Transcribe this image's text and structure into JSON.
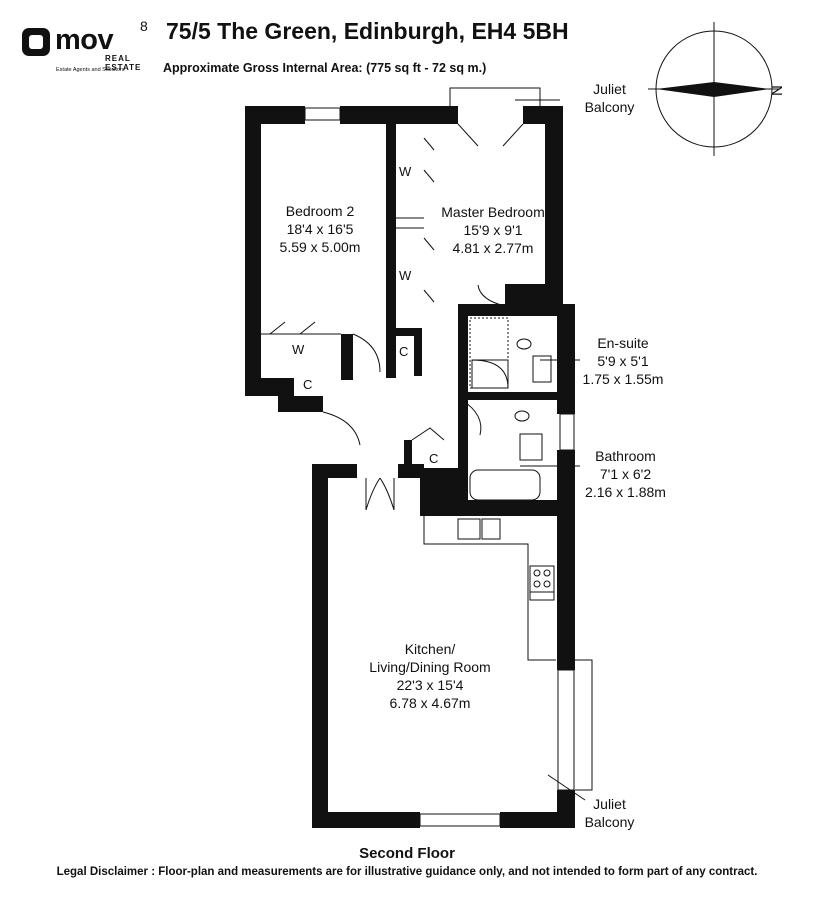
{
  "brand": {
    "name": "mov",
    "superscript": "8",
    "sub": "REAL ESTATE",
    "tagline": "Estate Agents and Solicitors"
  },
  "header": {
    "title": "75/5 The Green, Edinburgh, EH4 5BH",
    "area": "Approximate Gross Internal Area: (775 sq ft - 72 sq m.)"
  },
  "compass": {
    "north": "N"
  },
  "rooms": {
    "bedroom2": {
      "name": "Bedroom 2",
      "imperial": "18'4 x 16'5",
      "metric": "5.59 x 5.00m"
    },
    "master": {
      "name": "Master Bedroom",
      "imperial": "15'9 x 9'1",
      "metric": "4.81 x 2.77m"
    },
    "ensuite": {
      "name": "En-suite",
      "imperial": "5'9 x 5'1",
      "metric": "1.75 x 1.55m"
    },
    "bathroom": {
      "name": "Bathroom",
      "imperial": "7'1 x 6'2",
      "metric": "2.16 x 1.88m"
    },
    "kitchen": {
      "name1": "Kitchen/",
      "name2": "Living/Dining Room",
      "imperial": "22'3 x 15'4",
      "metric": "6.78 x 4.67m"
    }
  },
  "balconies": {
    "top": {
      "line1": "Juliet",
      "line2": "Balcony"
    },
    "bottom": {
      "line1": "Juliet",
      "line2": "Balcony"
    }
  },
  "tags": {
    "wardrobe": "W",
    "cupboard": "C"
  },
  "footer": {
    "floor": "Second Floor",
    "disclaimer": "Legal Disclaimer : Floor-plan and measurements are for illustrative guidance only, and not intended to form part of any contract."
  }
}
